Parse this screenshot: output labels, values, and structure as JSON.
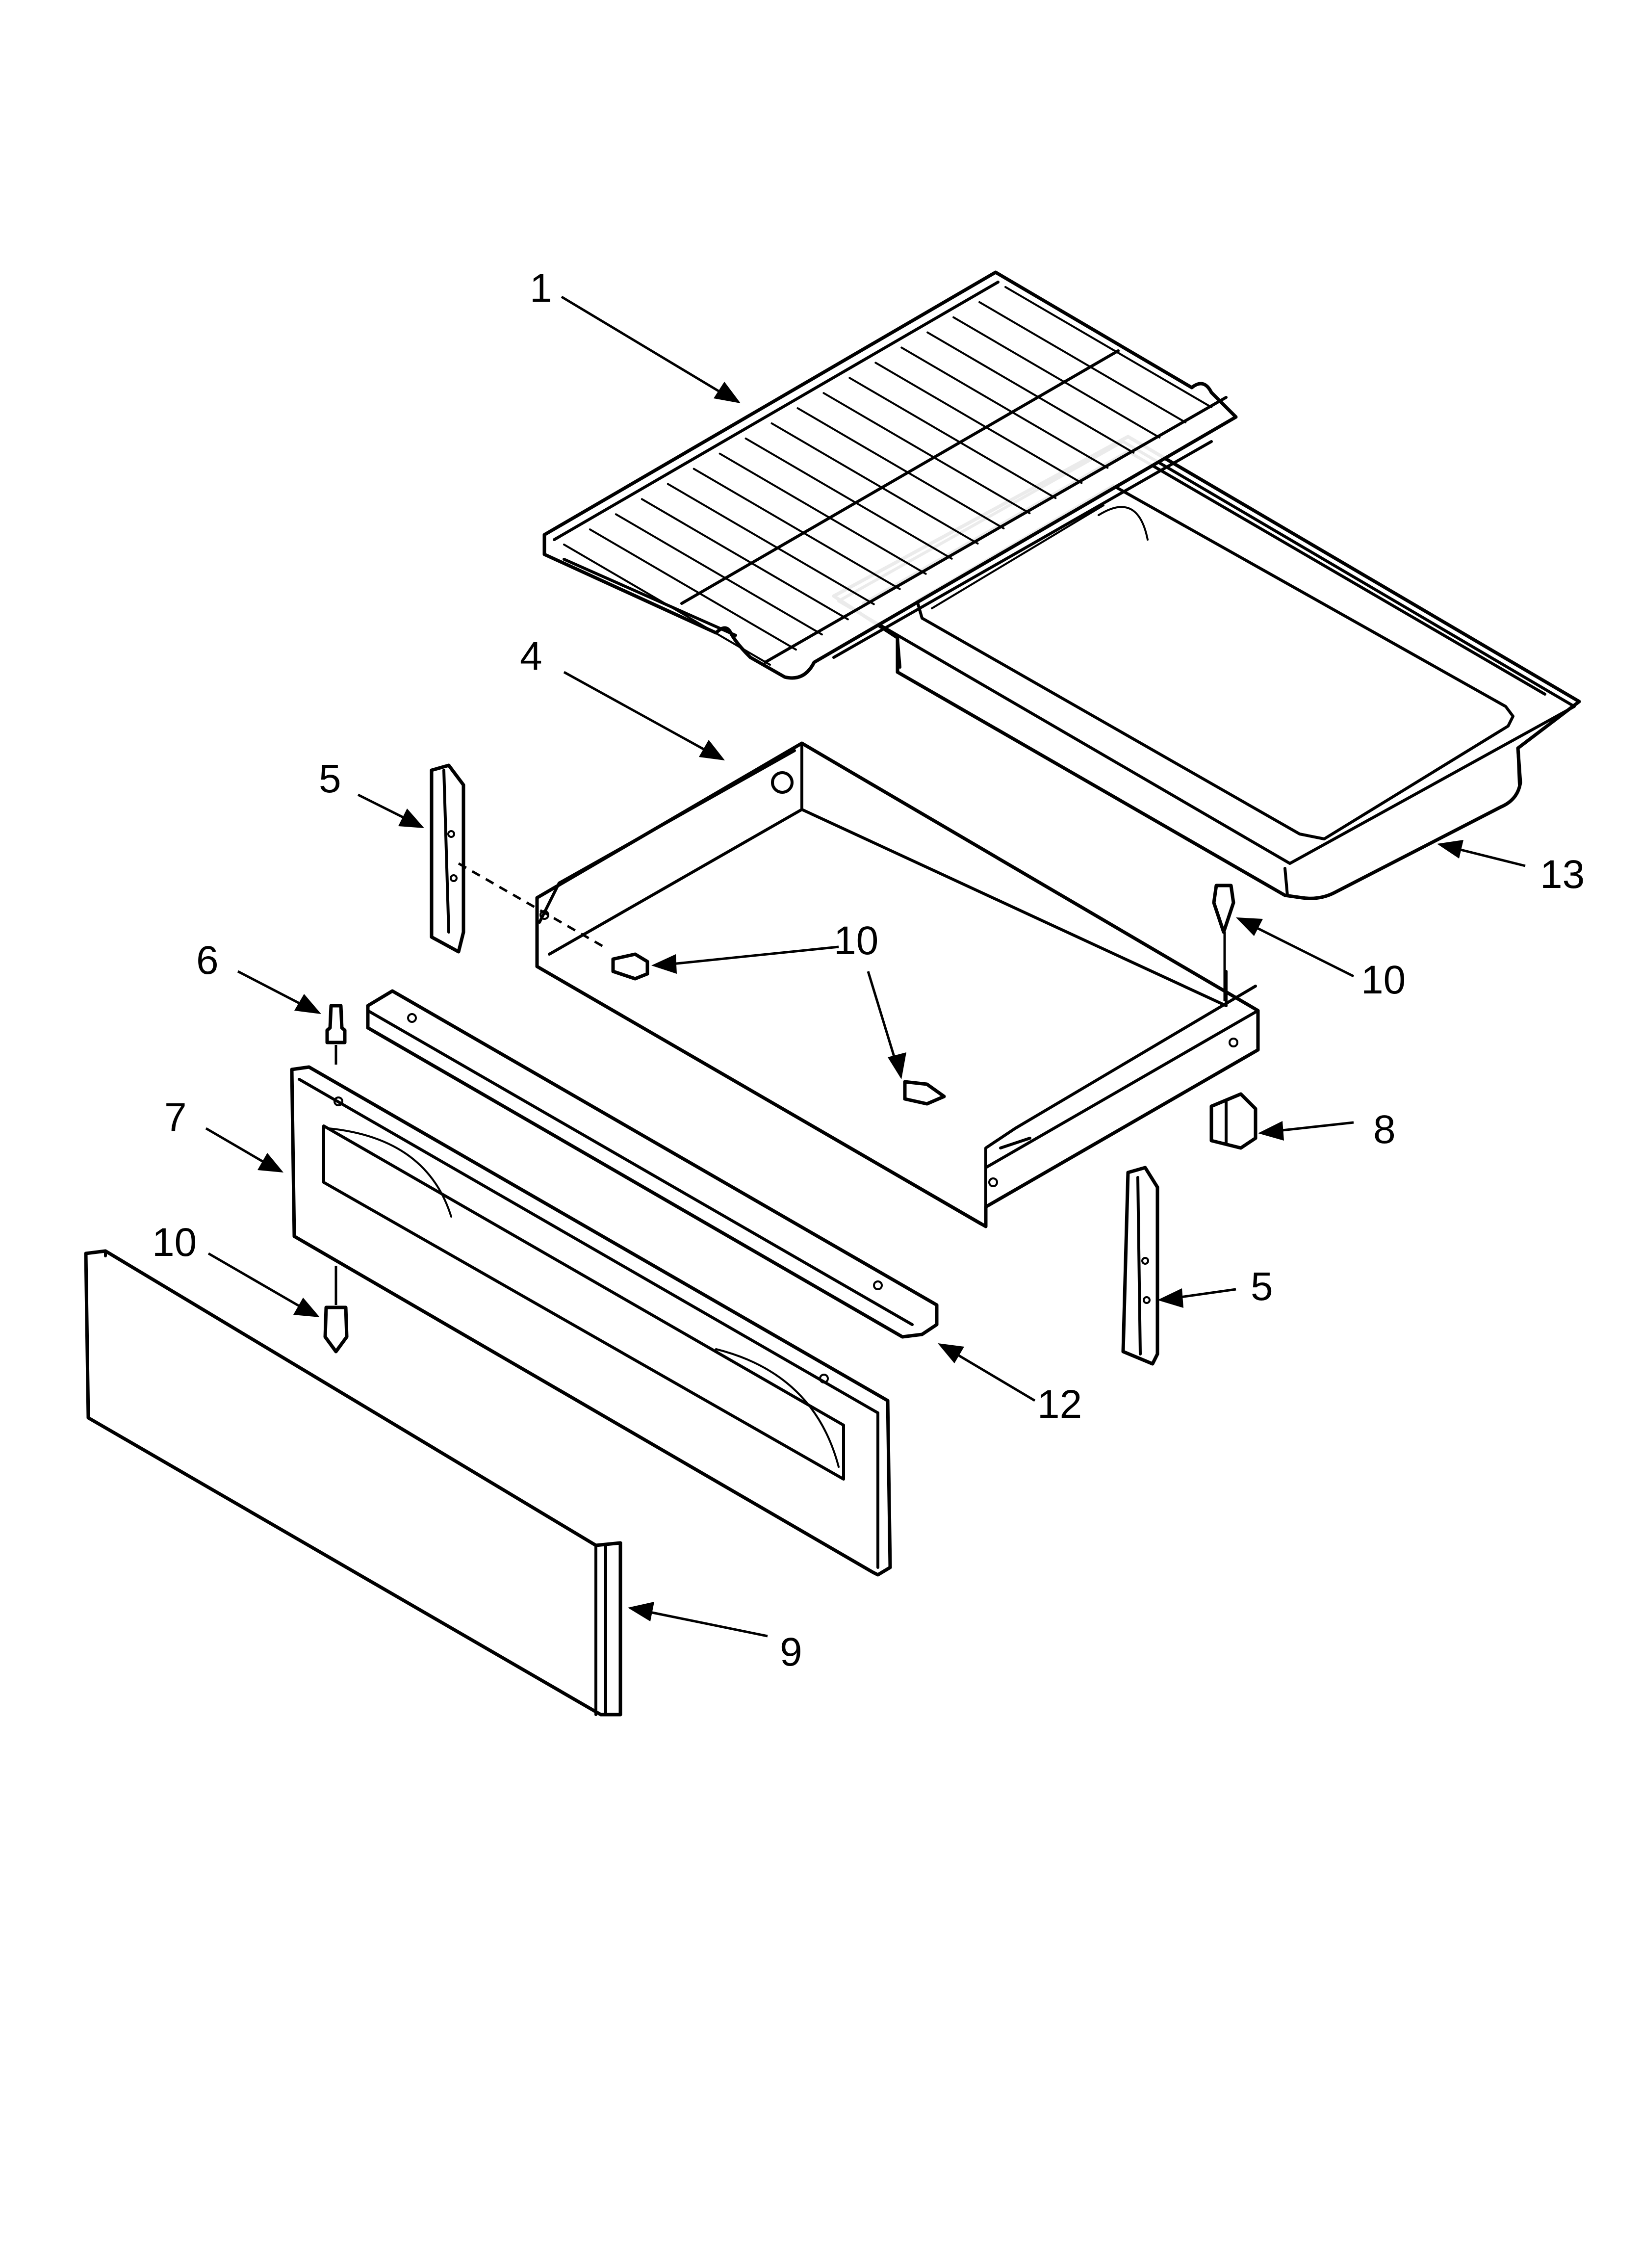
{
  "callouts": {
    "c1": "1",
    "c4": "4",
    "c5a": "5",
    "c5b": "5",
    "c6": "6",
    "c7": "7",
    "c8": "8",
    "c9": "9",
    "c10a": "10",
    "c10b": "10",
    "c10c": "10",
    "c12": "12",
    "c13": "13"
  },
  "colors": {
    "ink": "#000000",
    "paper": "#ffffff"
  }
}
